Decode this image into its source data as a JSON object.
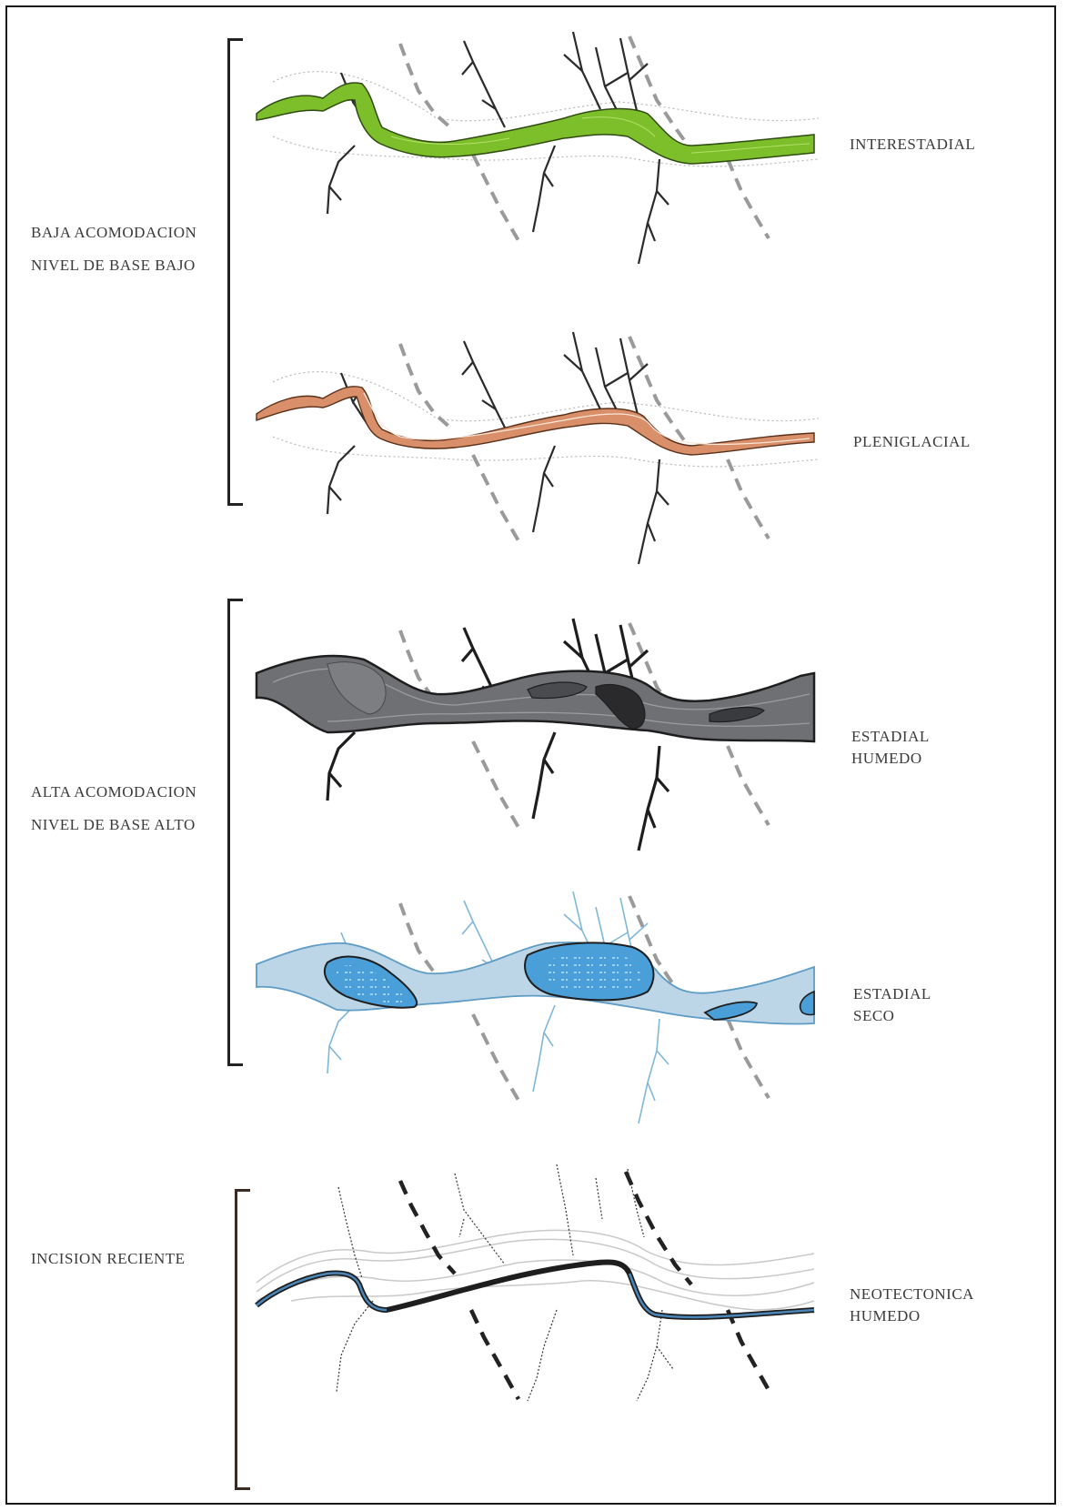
{
  "groups": {
    "baja": {
      "line1": "BAJA ACOMODACION",
      "line2": "NIVEL DE BASE BAJO"
    },
    "alta": {
      "line1": "ALTA ACOMODACION",
      "line2": "NIVEL DE BASE ALTO"
    },
    "incision": {
      "line1": "INCISION RECIENTE"
    }
  },
  "panels": {
    "interestadial": {
      "label": "INTERESTADIAL"
    },
    "pleniglacial": {
      "label": "PLENIGLACIAL"
    },
    "estadial_humedo": {
      "line1": "ESTADIAL",
      "line2": "HUMEDO"
    },
    "estadial_seco": {
      "line1": "ESTADIAL",
      "line2": "SECO"
    },
    "neotectonica": {
      "line1": "NEOTECTONICA",
      "line2": "HUMEDO"
    }
  },
  "colors": {
    "interestadial_fill": "#7cbf2a",
    "pleniglacial_fill": "#d9906a",
    "humedo_fill": "#6f7074",
    "seco_fill": "#bcd6e8",
    "seco_lake": "#4a9fd8",
    "neotectonica_channel": "#3b6e99",
    "fault": "#9a9a9a"
  }
}
